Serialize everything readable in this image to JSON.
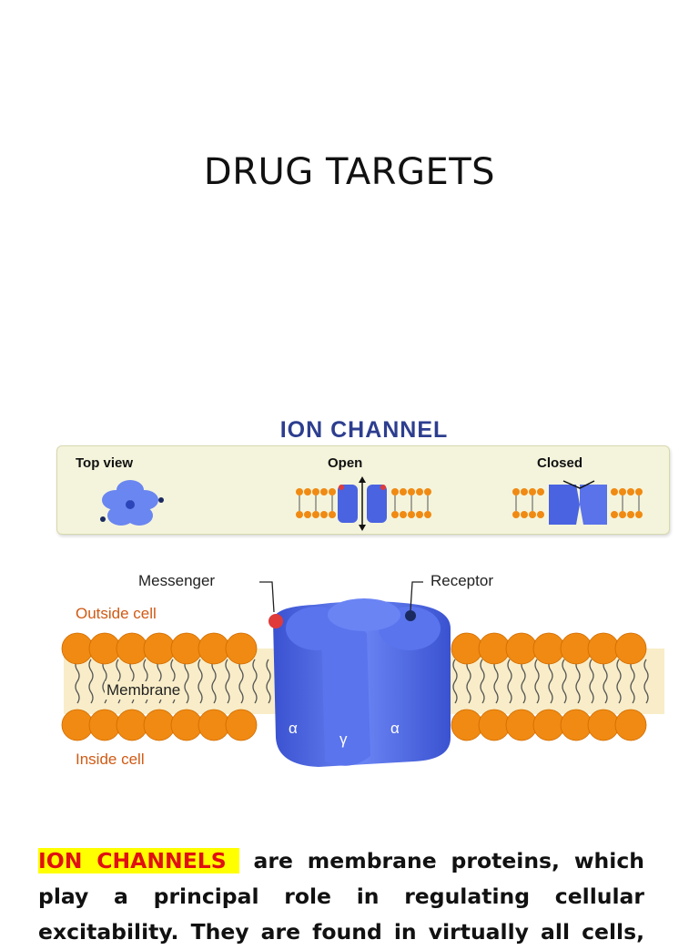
{
  "slide": {
    "title": "DRUG TARGETS"
  },
  "figure": {
    "title": "ION CHANNEL",
    "panel": {
      "top_view_label": "Top view",
      "open_label": "Open",
      "closed_label": "Closed"
    },
    "labels": {
      "messenger": "Messenger",
      "receptor": "Receptor",
      "outside_cell": "Outside cell",
      "membrane": "Membrane",
      "inside_cell": "Inside cell"
    },
    "subunits": {
      "alpha": "α",
      "gamma": "γ"
    },
    "colors": {
      "channel": "#4a63e0",
      "lipid_head": "#f08a12",
      "membrane_band": "#f8edc8",
      "messenger_dot": "#e03a3a",
      "receptor_dot": "#1a2a60"
    }
  },
  "body": {
    "highlight": "ION CHANNELS",
    "line1_rest": "are membrane proteins, which",
    "line2": "play a principal role in regulating cellular",
    "line3": "excitability. They are found in virtually all cells,"
  }
}
